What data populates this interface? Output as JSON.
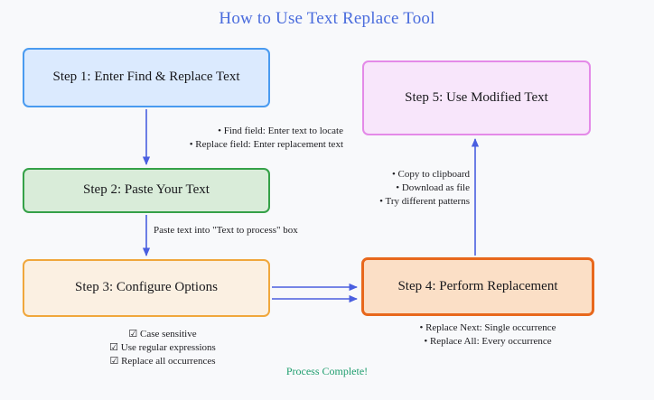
{
  "title": "How to Use Text Replace Tool",
  "colors": {
    "title": "#4a6cdd",
    "arrow": "#4a5fe0",
    "footer": "#1f9e6e",
    "background": "#f8f9fb",
    "step1_border": "#4a9bf0",
    "step1_fill": "#dbeafe",
    "step2_border": "#35a148",
    "step2_fill": "#d9ecd9",
    "step3_border": "#f0a73c",
    "step3_fill": "#fbf0e2",
    "step4_border": "#e8681c",
    "step4_fill": "#fbdfc6",
    "step5_border": "#e48ae8",
    "step5_fill": "#f8e6fb"
  },
  "nodes": [
    {
      "id": "step1",
      "label": "Step 1: Enter Find & Replace Text"
    },
    {
      "id": "step2",
      "label": "Step 2: Paste Your Text"
    },
    {
      "id": "step3",
      "label": "Step 3: Configure Options"
    },
    {
      "id": "step4",
      "label": "Step 4: Perform Replacement"
    },
    {
      "id": "step5",
      "label": "Step 5: Use Modified Text"
    }
  ],
  "annotations": {
    "step1": "• Find field: Enter text to locate\n• Replace field: Enter replacement text",
    "step2": "Paste text into \"Text to process\" box",
    "step3": "☑ Case sensitive\n☑ Use regular expressions\n☑ Replace all occurrences",
    "step4": "• Replace Next: Single occurrence\n• Replace All: Every occurrence",
    "step5": "• Copy to clipboard\n• Download as file\n• Try different patterns"
  },
  "footer": "Process Complete!"
}
